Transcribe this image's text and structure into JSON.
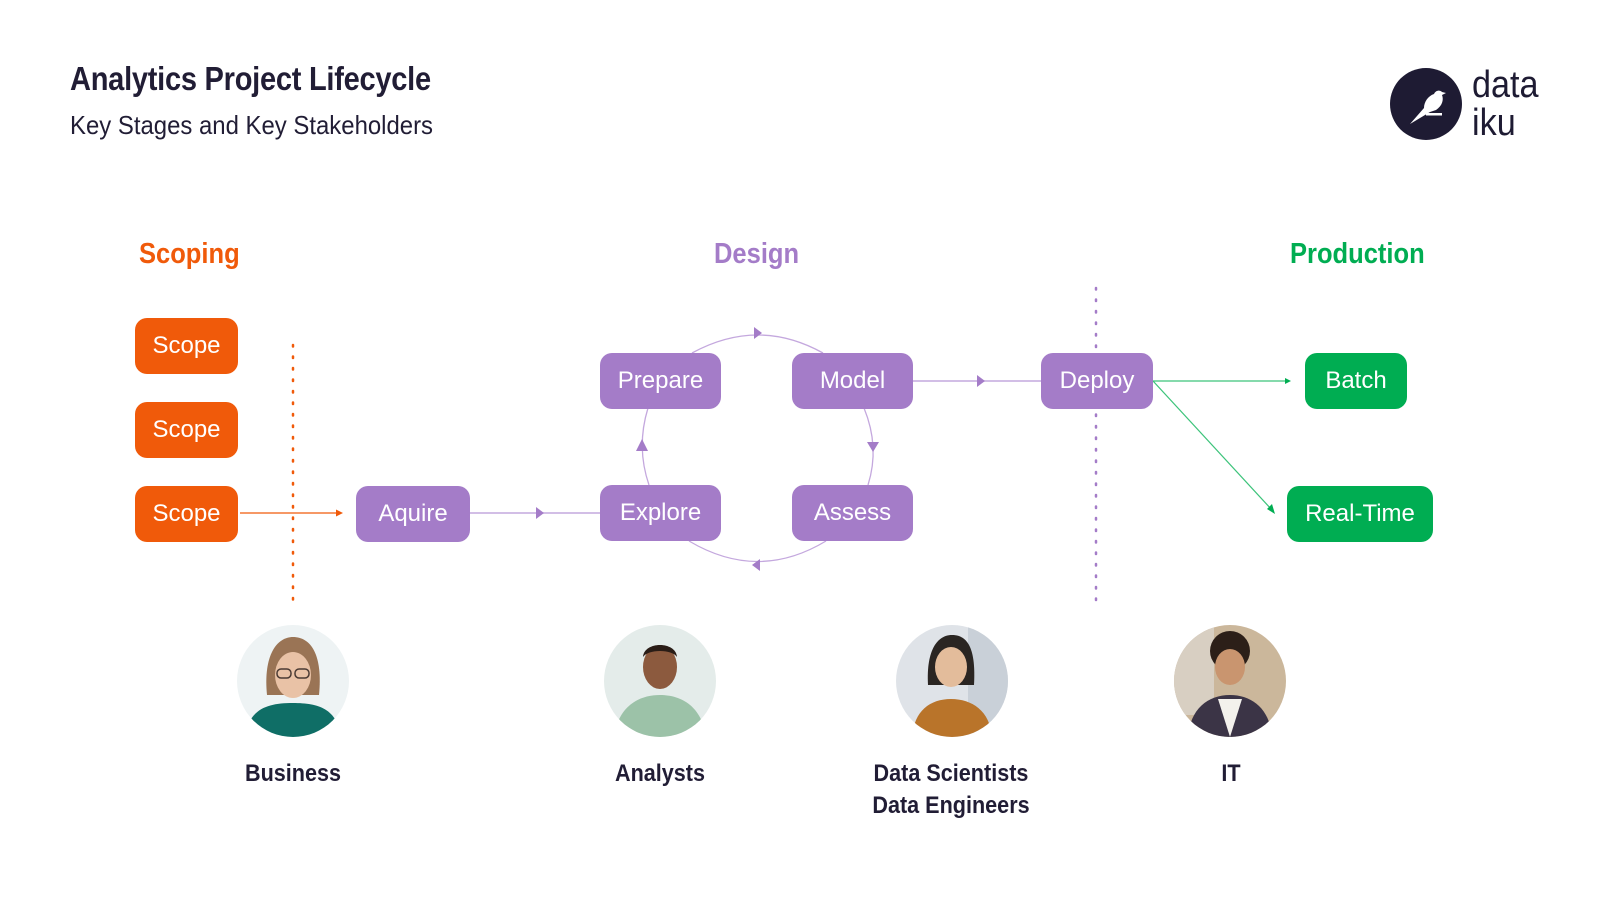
{
  "header": {
    "title": "Analytics Project Lifecycle",
    "subtitle": "Key Stages and Key Stakeholders"
  },
  "logo": {
    "icon": "bird-icon",
    "text": "data\niku"
  },
  "colors": {
    "scoping": "#f05a0a",
    "design": "#a47cc8",
    "production": "#00ad52",
    "text_dark": "#211d35"
  },
  "stages": {
    "scoping": "Scoping",
    "design": "Design",
    "production": "Production"
  },
  "nodes": {
    "scope_1": "Scope",
    "scope_2": "Scope",
    "scope_3": "Scope",
    "acquire": "Aquire",
    "prepare": "Prepare",
    "model": "Model",
    "explore": "Explore",
    "assess": "Assess",
    "deploy": "Deploy",
    "batch": "Batch",
    "real_time": "Real-Time"
  },
  "edges": [
    {
      "from": "Scope",
      "to": "Aquire"
    },
    {
      "from": "Aquire",
      "to": "Explore"
    },
    {
      "from": "Explore",
      "to": "Prepare"
    },
    {
      "from": "Prepare",
      "to": "Model"
    },
    {
      "from": "Model",
      "to": "Assess"
    },
    {
      "from": "Assess",
      "to": "Explore"
    },
    {
      "from": "Model",
      "to": "Deploy"
    },
    {
      "from": "Deploy",
      "to": "Batch"
    },
    {
      "from": "Deploy",
      "to": "Real-Time"
    }
  ],
  "stakeholders": [
    {
      "label": "Business",
      "avatar": "person-photo"
    },
    {
      "label": "Analysts",
      "avatar": "person-photo"
    },
    {
      "label": "Data Scientists\nData Engineers",
      "avatar": "person-photo"
    },
    {
      "label": "IT",
      "avatar": "person-photo"
    }
  ]
}
